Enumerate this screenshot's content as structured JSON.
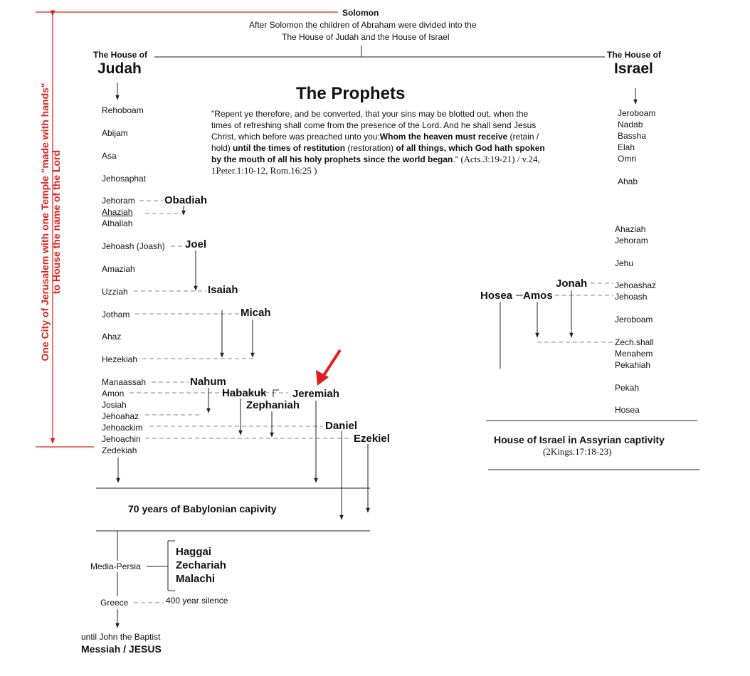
{
  "header": {
    "solomon": "Solomon",
    "line1": "After Solomon the children of Abraham were divided into the",
    "line2": "The House of Judah and the House of Israel"
  },
  "side_label": {
    "text": "One City of Jerusalem with one Temple \"made with hands\"",
    "text2": "to House the name of the Lord",
    "color": "#e02020"
  },
  "judah": {
    "small": "The House of",
    "big": "Judah"
  },
  "israel": {
    "small": "The House of",
    "big": "Israel"
  },
  "title": "The Prophets",
  "quote": {
    "p1": "\"Repent ye therefore, and be converted, that your sins may be blotted out, when the times of refreshing shall come from the presence of the Lord. And he shall send Jesus Christ, which before was preached unto you:",
    "p2": "Whom the heaven must receive",
    "p3": " (retain / hold) ",
    "p4": "until the times of restitution",
    "p5": " (restoration) ",
    "p6": "of all things, which God hath spoken by the mouth of all his holy prophets since the world began",
    "p7": ".\" ",
    "ref": "(Acts.3:19-21) / v.24, 1Peter.1:10-12, Rom.16:25 )"
  },
  "judah_kings": [
    "Rehoboam",
    "Abijam",
    "Asa",
    "Jehosaphat",
    "Jehoram",
    "Ahaziah",
    "Athallah",
    "Jehoash (Joash)",
    "Amaziah",
    "Uzziah",
    "Jotham",
    "Ahaz",
    "Hezekiah",
    "Manaassah",
    "Amon",
    "Josiah",
    "Jehoahaz",
    "Jehoackim",
    "Jehoachin",
    "Zedekiah"
  ],
  "israel_kings": [
    "Jeroboam",
    "Nadab",
    "Bassha",
    "Elah",
    "Omri",
    "Ahab",
    "Ahaziah",
    "Jehoram",
    "Jehu",
    "Jehoashaz",
    "Jehoash",
    "Jeroboam",
    "Zech.shall",
    "Menahem",
    "Pekahiah",
    "Pekah",
    "Hosea"
  ],
  "prophets": {
    "obadiah": "Obadiah",
    "joel": "Joel",
    "isaiah": "Isaiah",
    "micah": "Micah",
    "nahum": "Nahum",
    "habakuk": "Habakuk",
    "jeremiah": "Jeremiah",
    "zephaniah": "Zephaniah",
    "daniel": "Daniel",
    "ezekiel": "Ezekiel",
    "jonah": "Jonah",
    "hosea": "Hosea",
    "amos": "Amos",
    "haggai": "Haggai",
    "zechariah": "Zechariah",
    "malachi": "Malachi"
  },
  "assyrian": {
    "title": "House of Israel in  Assyrian captivity",
    "ref": "(2Kings.17:18-23)"
  },
  "babylonian": "70 years of Babylonian capivity",
  "post_exile": {
    "media": "Media-Persia",
    "greece": "Greece",
    "silence": "400 year silence",
    "until": "until John the Baptist",
    "messiah": "Messiah / JESUS"
  },
  "colors": {
    "accent": "#e02020",
    "line": "#222222",
    "dash": "#888888"
  }
}
